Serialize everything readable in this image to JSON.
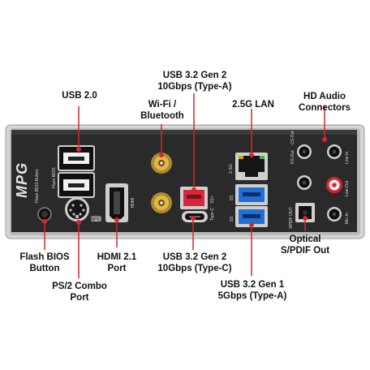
{
  "brand": {
    "logo_text": "MPG"
  },
  "panel": {
    "background": "#2a2a2a",
    "bezel": "#c9c9c9",
    "accent": "#d7262b",
    "usb3_blue": "#1f6fd6",
    "usb32_red": "#d8263a"
  },
  "port_markings": {
    "flash_bios": "Flash BIOS Button",
    "flash_bios_small": "Flash BIOS",
    "usb_small": "2.5G",
    "rs_out": "RS-Out",
    "cs_out": "CS-Out",
    "line_in": "Line-In",
    "line_out": "Line-Out",
    "mic_in": "Mic-In",
    "spdif_out": "SPDIF OUT",
    "usb_c": "Type-C"
  },
  "callouts": {
    "usb20": {
      "lines": [
        "USB 2.0"
      ]
    },
    "wifi": {
      "lines": [
        "Wi-Fi /",
        "Bluetooth"
      ]
    },
    "usb32g2a": {
      "lines": [
        "USB 3.2 Gen 2",
        "10Gbps (Type-A)"
      ]
    },
    "lan": {
      "lines": [
        "2.5G LAN"
      ]
    },
    "hdaudio": {
      "lines": [
        "HD Audio",
        "Connectors"
      ]
    },
    "flashbios": {
      "lines": [
        "Flash BIOS",
        "Button"
      ]
    },
    "hdmi": {
      "lines": [
        "HDMI 2.1",
        "Port"
      ]
    },
    "usb32g2c": {
      "lines": [
        "USB 3.2 Gen 2",
        "10Gbps (Type-C)"
      ]
    },
    "optical": {
      "lines": [
        "Optical",
        "S/PDIF Out"
      ]
    },
    "ps2": {
      "lines": [
        "PS/2 Combo",
        "Port"
      ]
    },
    "usb32g1": {
      "lines": [
        "USB 3.2 Gen 1",
        "5Gbps (Type-A)"
      ]
    }
  }
}
